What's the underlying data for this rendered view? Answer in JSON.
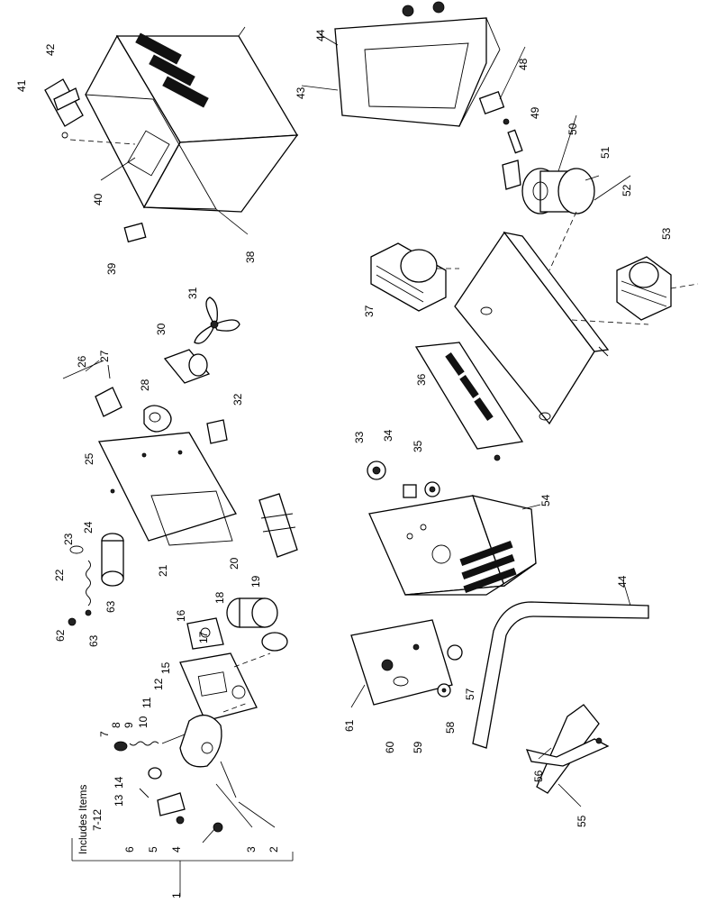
{
  "callouts": [
    {
      "id": "1",
      "label": "1"
    },
    {
      "id": "2",
      "label": "2"
    },
    {
      "id": "3",
      "label": "3"
    },
    {
      "id": "4",
      "label": "4"
    },
    {
      "id": "5",
      "label": "5"
    },
    {
      "id": "6",
      "label": "6"
    },
    {
      "id": "7",
      "label": "7"
    },
    {
      "id": "8",
      "label": "8"
    },
    {
      "id": "9",
      "label": "9"
    },
    {
      "id": "10",
      "label": "10"
    },
    {
      "id": "11",
      "label": "11"
    },
    {
      "id": "12",
      "label": "12"
    },
    {
      "id": "13",
      "label": "13"
    },
    {
      "id": "14",
      "label": "14"
    },
    {
      "id": "15",
      "label": "15"
    },
    {
      "id": "16",
      "label": "16"
    },
    {
      "id": "17",
      "label": "17"
    },
    {
      "id": "18",
      "label": "18"
    },
    {
      "id": "19",
      "label": "19"
    },
    {
      "id": "20",
      "label": "20"
    },
    {
      "id": "21",
      "label": "21"
    },
    {
      "id": "22",
      "label": "22"
    },
    {
      "id": "23",
      "label": "23"
    },
    {
      "id": "24",
      "label": "24"
    },
    {
      "id": "25",
      "label": "25"
    },
    {
      "id": "26",
      "label": "26"
    },
    {
      "id": "27",
      "label": "27"
    },
    {
      "id": "28",
      "label": "28"
    },
    {
      "id": "30",
      "label": "30"
    },
    {
      "id": "31",
      "label": "31"
    },
    {
      "id": "32",
      "label": "32"
    },
    {
      "id": "33",
      "label": "33"
    },
    {
      "id": "34",
      "label": "34"
    },
    {
      "id": "35",
      "label": "35"
    },
    {
      "id": "36",
      "label": "36"
    },
    {
      "id": "37",
      "label": "37"
    },
    {
      "id": "38",
      "label": "38"
    },
    {
      "id": "39",
      "label": "39"
    },
    {
      "id": "40",
      "label": "40"
    },
    {
      "id": "41",
      "label": "41"
    },
    {
      "id": "42",
      "label": "42"
    },
    {
      "id": "43",
      "label": "43"
    },
    {
      "id": "44a",
      "label": "44"
    },
    {
      "id": "44b",
      "label": "44"
    },
    {
      "id": "48",
      "label": "48"
    },
    {
      "id": "49",
      "label": "49"
    },
    {
      "id": "50",
      "label": "50"
    },
    {
      "id": "51",
      "label": "51"
    },
    {
      "id": "52",
      "label": "52"
    },
    {
      "id": "53",
      "label": "53"
    },
    {
      "id": "54",
      "label": "54"
    },
    {
      "id": "55",
      "label": "55"
    },
    {
      "id": "56",
      "label": "56"
    },
    {
      "id": "57",
      "label": "57"
    },
    {
      "id": "58",
      "label": "58"
    },
    {
      "id": "59",
      "label": "59"
    },
    {
      "id": "60",
      "label": "60"
    },
    {
      "id": "61",
      "label": "61"
    },
    {
      "id": "62",
      "label": "62"
    },
    {
      "id": "63a",
      "label": "63"
    },
    {
      "id": "63b",
      "label": "63"
    }
  ],
  "note": {
    "line1": "Includes Items",
    "line2": "7-12"
  }
}
